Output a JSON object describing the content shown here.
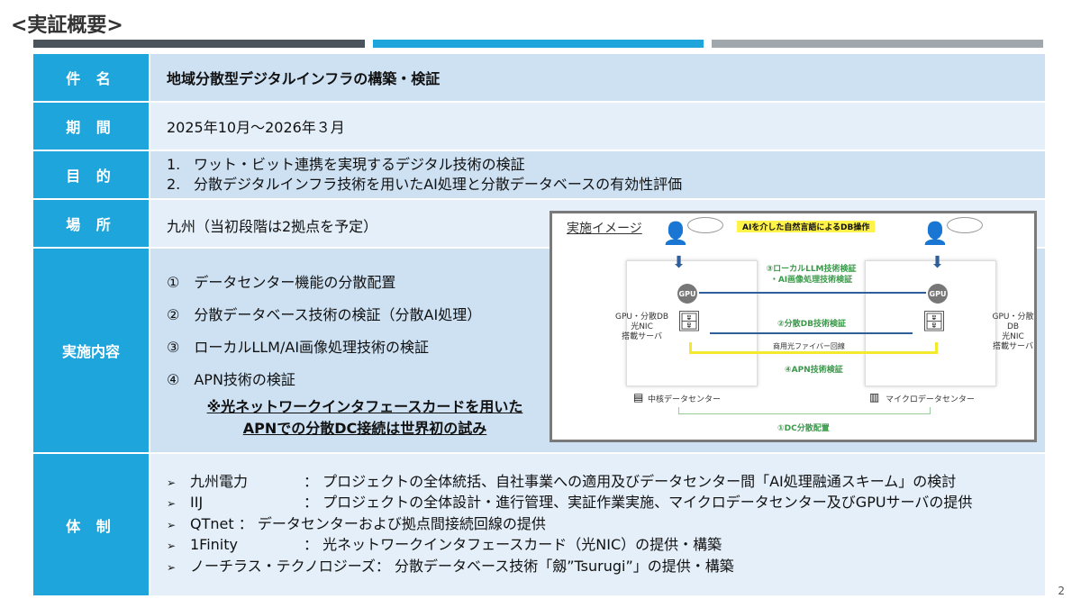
{
  "title": "<実証概要>",
  "rows": {
    "name": {
      "label": "件 名",
      "value": "地域分散型デジタルインフラの構築・検証"
    },
    "period": {
      "label": "期 間",
      "value": "2025年10月～2026年３月"
    },
    "purpose": {
      "label": "目 的",
      "items": [
        "1.",
        "ワット・ビット連携を実現するデジタル技術の検証",
        "2.",
        "分散デジタルインフラ技術を用いたAI処理と分散データベースの有効性評価"
      ]
    },
    "place": {
      "label": "場 所",
      "value": "九州（当初段階は2拠点を予定）"
    },
    "impl": {
      "label": "実施内容",
      "items": [
        "①　データセンター機能の分散配置",
        "②　分散データベース技術の検証（分散AI処理）",
        "③　ローカルLLM/AI画像処理技術の検証",
        "④　APN技術の検証"
      ],
      "note1": "※光ネットワークインタフェースカードを用いた",
      "note2": "APNでの分散DC接続は世界初の試み"
    },
    "org": {
      "label": "体 制",
      "items": [
        {
          "name": "九州電力",
          "sep": "　：",
          "desc": "プロジェクトの全体統括、自社事業への適用及びデータセンター間「AI処理融通スキーム」の検討"
        },
        {
          "name": "IIJ",
          "sep": "　：",
          "desc": "プロジェクトの全体設計・進行管理、実証作業実施、マイクロデータセンター及びGPUサーバの提供"
        },
        {
          "name": "QTnet",
          "sep": " ：",
          "desc": "データセンターおよび拠点間接続回線の提供"
        },
        {
          "name": "1Finity",
          "sep": "　：",
          "desc": "光ネットワークインタフェースカード（光NIC）の提供・構築"
        },
        {
          "name": "ノーチラス・テクノロジーズ",
          "sep": "：",
          "desc": "分散データベース技術「劔”Tsurugi”」の提供・構築"
        }
      ]
    }
  },
  "diagram": {
    "title": "実施イメージ",
    "banner": "AIを介した自然言語によるDB操作",
    "step3a": "③ローカルLLM技術検証",
    "step3b": "・AI画像処理技術検証",
    "gpu": "GPU",
    "server": [
      "GPU・分散DB",
      "光NIC",
      "搭載サーバ"
    ],
    "step2": "②分散DB技術検証",
    "fiber": "商用光ファイバー回線",
    "step4": "④APN技術検証",
    "left_dc": "中核データセンター",
    "right_dc": "マイクロデータセンター",
    "step1": "①DC分散配置"
  },
  "page_number": "2",
  "colors": {
    "header": "#1ea5db",
    "bar_dark": "#4a545a",
    "bar_blue": "#1ea5db",
    "bar_gray": "#a0a8ad"
  }
}
